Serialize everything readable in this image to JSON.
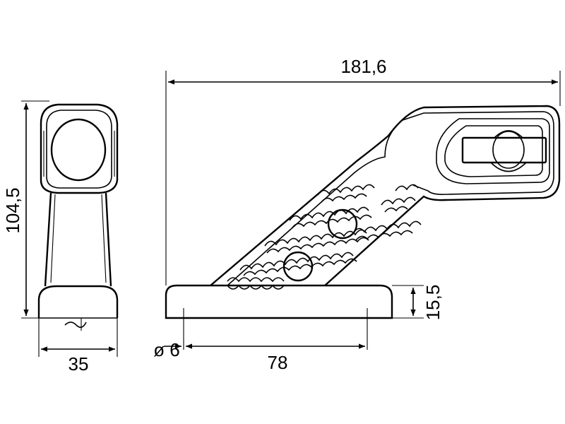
{
  "drawing": {
    "dimensions": {
      "height": "104,5",
      "width": "35",
      "length": "181,6",
      "base_height": "15,5",
      "hole_spacing": "78",
      "hole_diameter": "ø 6"
    },
    "colors": {
      "line": "#000000",
      "background": "#ffffff"
    }
  }
}
